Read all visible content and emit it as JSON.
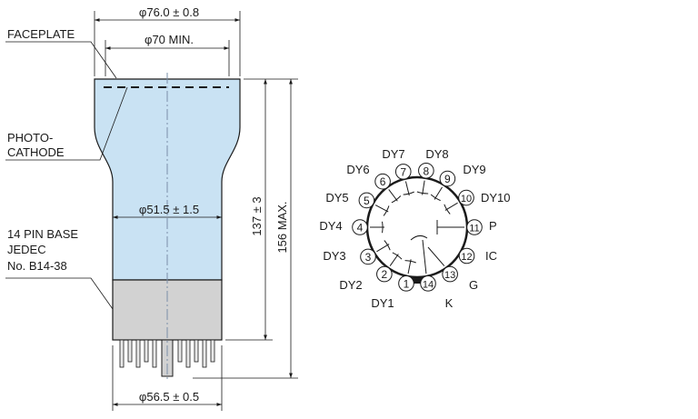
{
  "dimensions": {
    "faceplate_diameter": "φ76.0 ± 0.8",
    "min_diameter": "φ70 MIN.",
    "neck_diameter": "φ51.5 ± 1.5",
    "base_diameter": "φ56.5 ± 0.5",
    "length_nominal": "137 ± 3",
    "length_max": "156 MAX."
  },
  "labels": {
    "faceplate": "FACEPLATE",
    "photocathode": [
      "PHOTO-",
      "CATHODE"
    ],
    "base": [
      "14 PIN BASE",
      "JEDEC",
      "No. B14-38"
    ]
  },
  "pins": [
    {
      "num": "1",
      "name": "DY1"
    },
    {
      "num": "2",
      "name": "DY2"
    },
    {
      "num": "3",
      "name": "DY3"
    },
    {
      "num": "4",
      "name": "DY4"
    },
    {
      "num": "5",
      "name": "DY5"
    },
    {
      "num": "6",
      "name": "DY6"
    },
    {
      "num": "7",
      "name": "DY7"
    },
    {
      "num": "8",
      "name": "DY8"
    },
    {
      "num": "9",
      "name": "DY9"
    },
    {
      "num": "10",
      "name": "DY10"
    },
    {
      "num": "11",
      "name": "P"
    },
    {
      "num": "12",
      "name": "IC"
    },
    {
      "num": "13",
      "name": "G"
    },
    {
      "num": "14",
      "name": "K"
    }
  ],
  "colors": {
    "tube_fill": "#c9e2f3",
    "base_fill": "#d2d2d2",
    "line": "#1a1a1a",
    "axis": "#7a8fa8"
  }
}
